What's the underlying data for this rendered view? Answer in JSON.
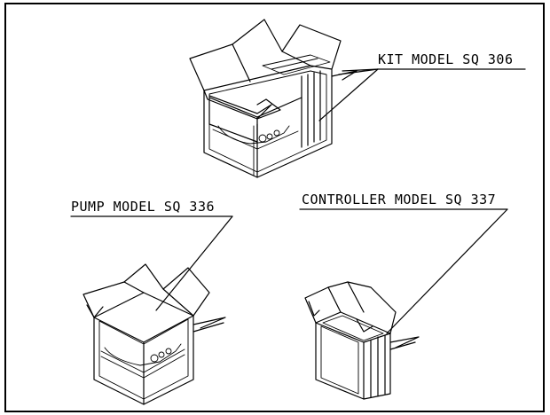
{
  "labels": {
    "kit": "KIT MODEL SQ 306",
    "pump": "PUMP MODEL SQ 336",
    "controller": "CONTROLLER MODEL SQ 337"
  },
  "colors": {
    "line": "#000000",
    "background": "#ffffff"
  }
}
